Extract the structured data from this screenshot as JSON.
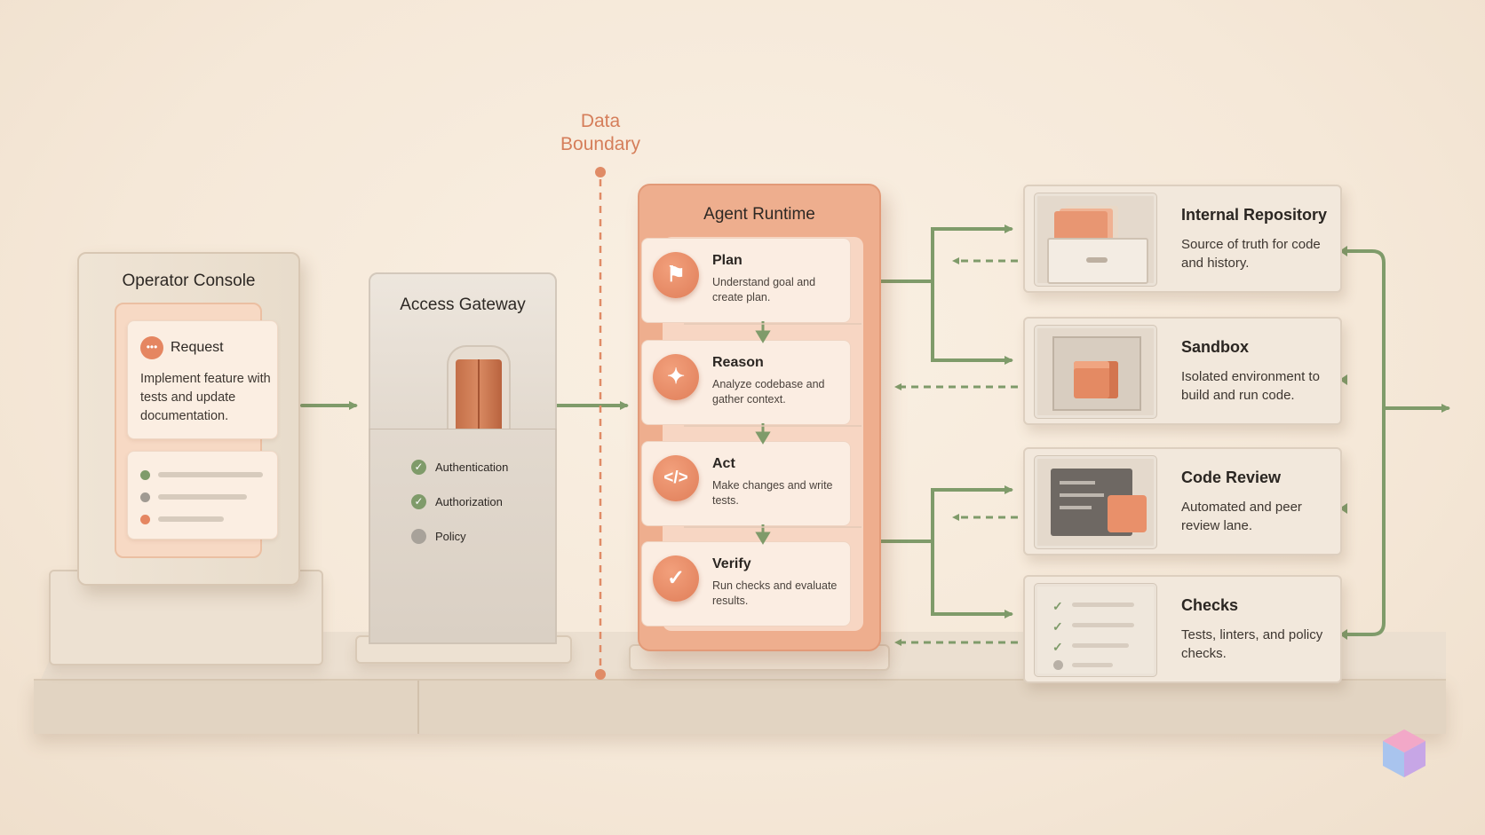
{
  "boundary": {
    "label_line1": "Data",
    "label_line2": "Boundary"
  },
  "operator_console": {
    "title": "Operator Console",
    "request_title": "Request",
    "request_text": "Implement feature with tests and update documentation."
  },
  "access_gateway": {
    "title": "Access Gateway",
    "items": [
      {
        "label": "Authentication",
        "status": "checked"
      },
      {
        "label": "Authorization",
        "status": "checked"
      },
      {
        "label": "Policy",
        "status": "pending"
      }
    ]
  },
  "agent_runtime": {
    "title": "Agent Runtime",
    "steps": [
      {
        "title": "Plan",
        "desc": "Understand goal and create plan.",
        "icon": "flag-icon"
      },
      {
        "title": "Reason",
        "desc": "Analyze codebase and gather context.",
        "icon": "sparkle-icon"
      },
      {
        "title": "Act",
        "desc": "Make changes and write tests.",
        "icon": "code-icon"
      },
      {
        "title": "Verify",
        "desc": "Run checks and evaluate results.",
        "icon": "check-icon"
      }
    ]
  },
  "resources": [
    {
      "title": "Internal Repository",
      "desc": "Source of truth for code and history.",
      "icon": "file-drawer-icon"
    },
    {
      "title": "Sandbox",
      "desc": "Isolated environment to build and run code.",
      "icon": "cube-icon"
    },
    {
      "title": "Code Review",
      "desc": "Automated and peer review lane.",
      "icon": "review-icon"
    },
    {
      "title": "Checks",
      "desc": "Tests, linters, and policy checks.",
      "icon": "checklist-icon"
    }
  ],
  "colors": {
    "accent": "#e07e59",
    "arrow_green": "#7f9b6a",
    "boundary": "#d57e5a",
    "background": "#f5e8d8"
  }
}
